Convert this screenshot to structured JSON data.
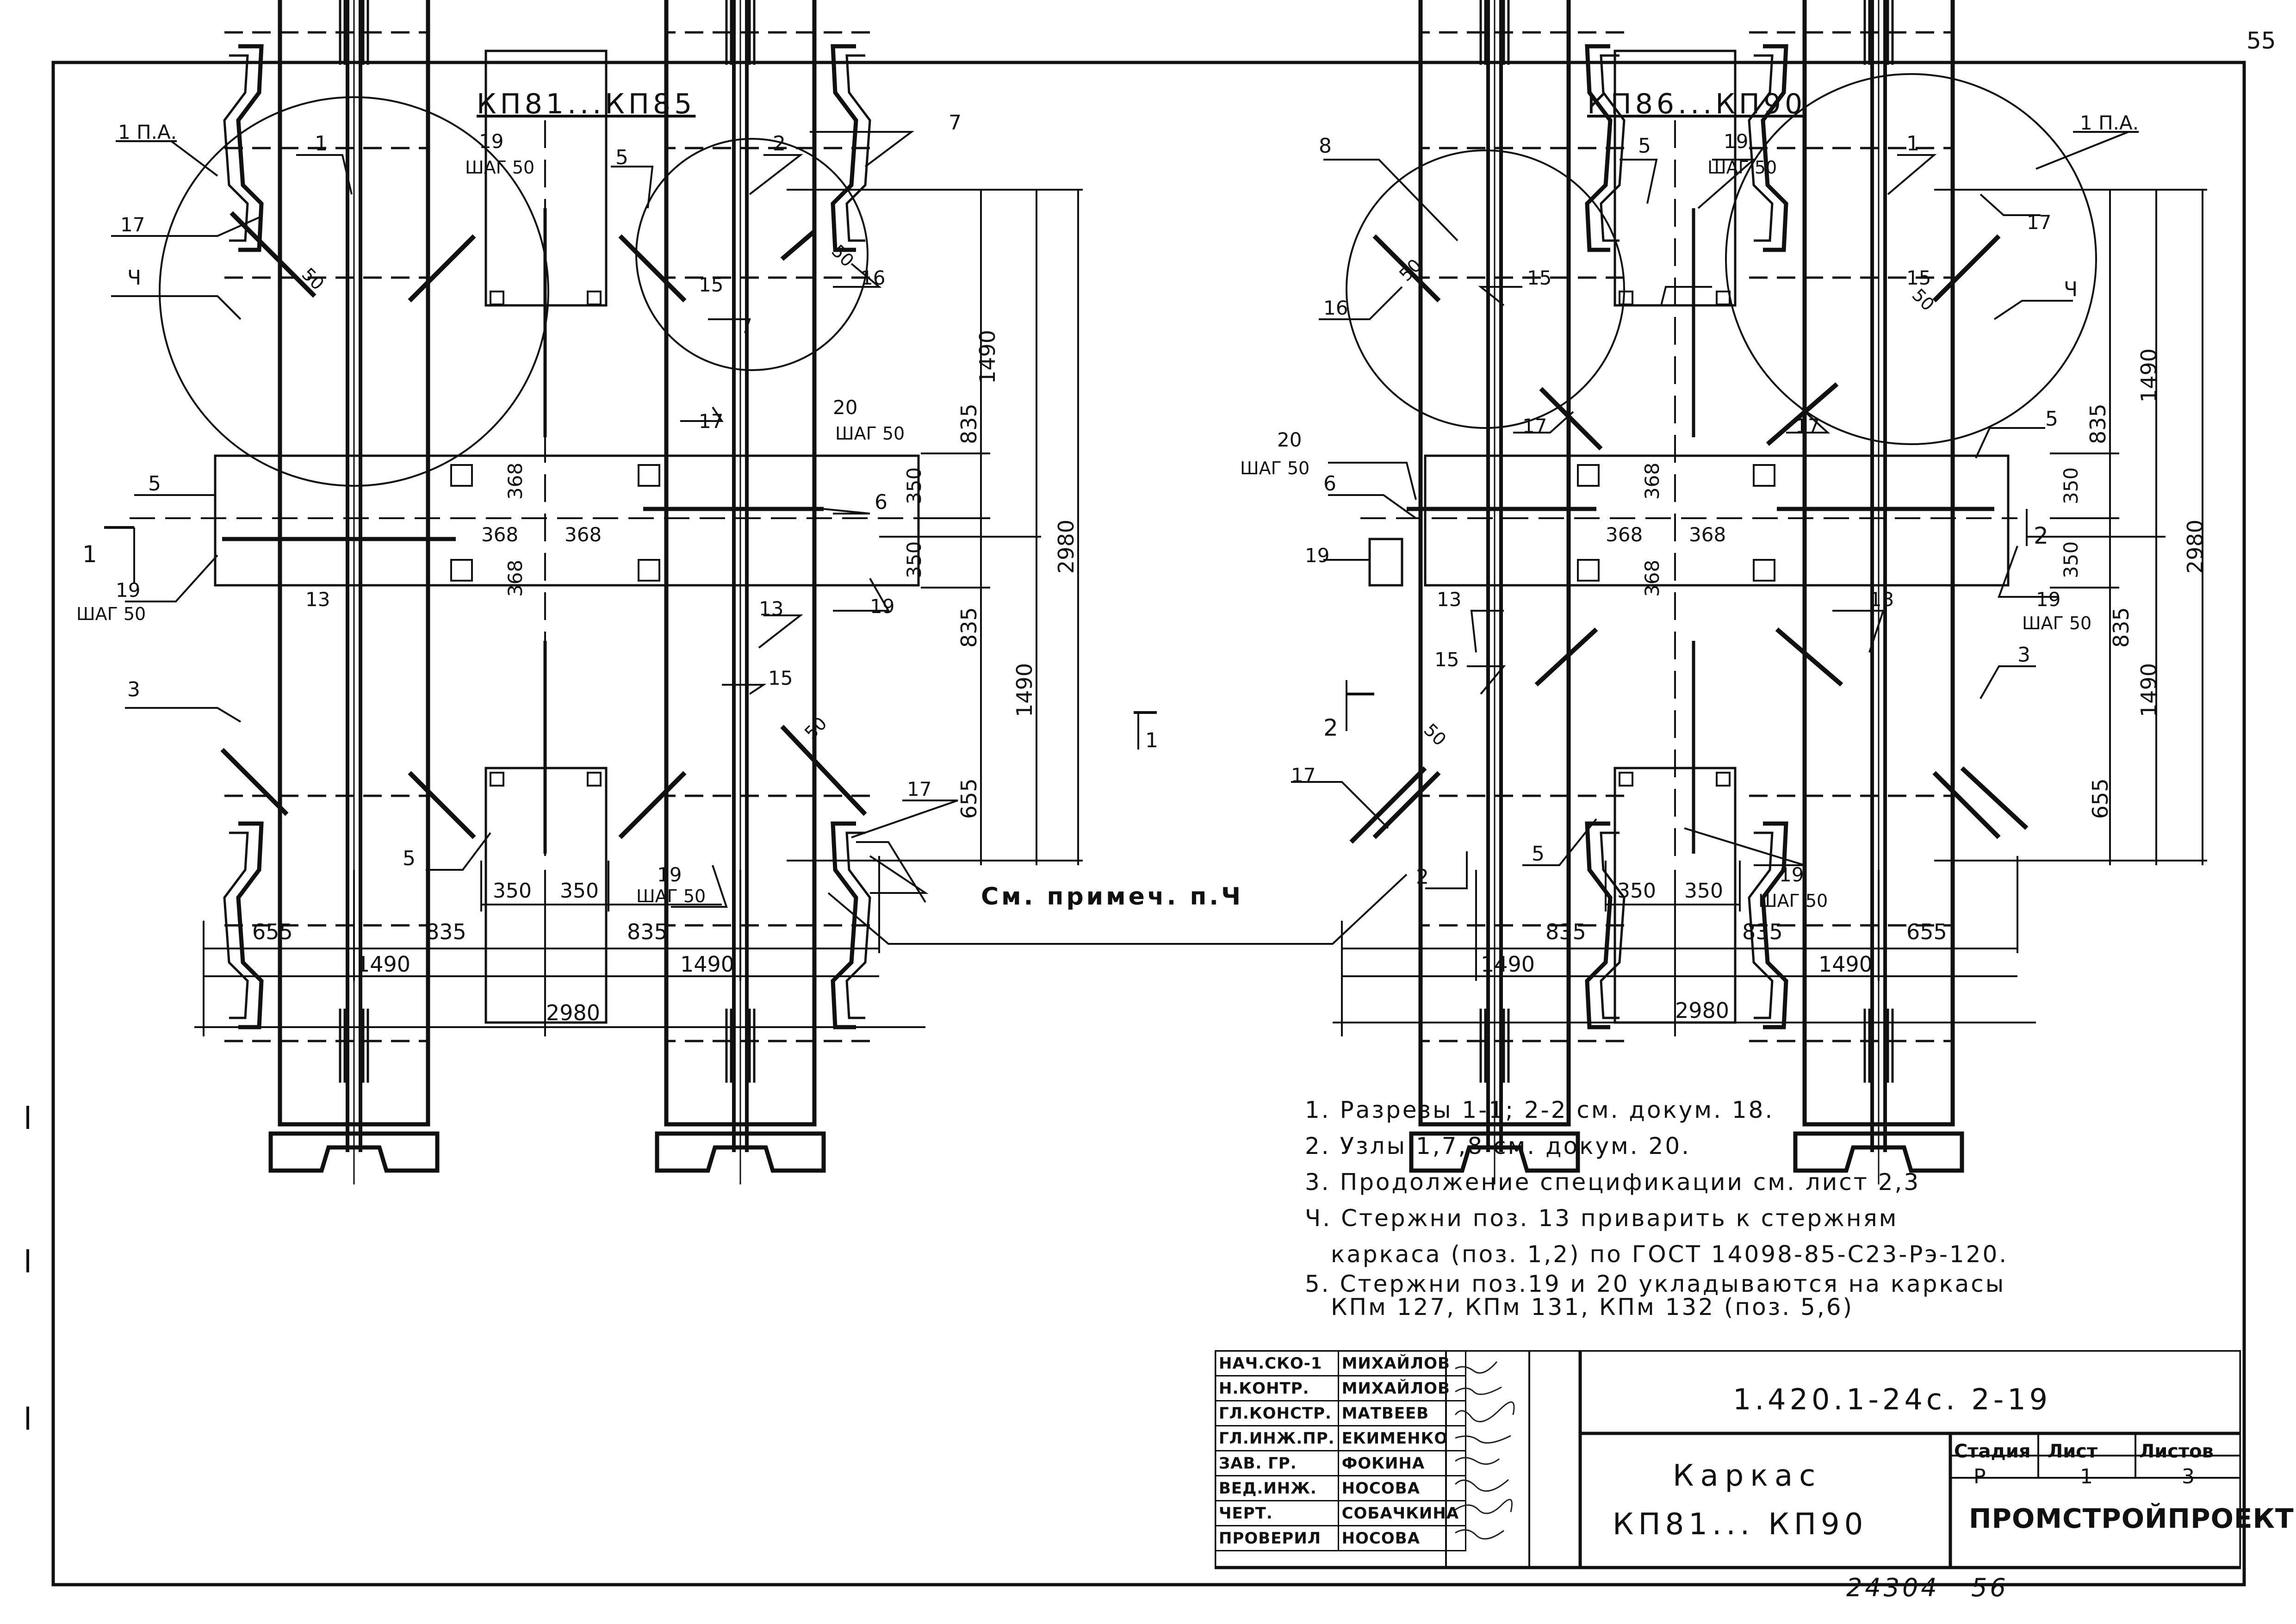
{
  "page_number": "55",
  "left_view": {
    "title": "КП81...КП85",
    "labels": {
      "p1pa": "1 П.А.",
      "p1": "1",
      "p2": "2",
      "p3": "3",
      "p4": "Ч",
      "p5a": "5",
      "p5b": "5",
      "p5c": "5",
      "p6": "6",
      "p7": "7",
      "p13a": "13",
      "p13b": "13",
      "p15a": "15",
      "p15b": "15",
      "p16": "16",
      "p17a": "17",
      "p17b": "17",
      "p17c": "17",
      "p19a": "19",
      "p19b": "19",
      "p19c": "19",
      "p19d": "19",
      "p20": "20",
      "step_a": "ШАГ 50",
      "step_b": "ШАГ 50",
      "step_c": "ШАГ 50",
      "step_d": "ШАГ 50",
      "d50a": "50",
      "d50b": "50",
      "d50c": "50",
      "section_mark": "1",
      "section_mark_mid": "1"
    },
    "dims": {
      "h655": "655",
      "h835a": "835",
      "h835b": "835",
      "h1490a": "1490",
      "h1490b": "1490",
      "h2980": "2980",
      "h350a": "350",
      "h350b": "350",
      "c368a": "368",
      "c368b": "368",
      "c368c": "368",
      "c368d": "368",
      "v1490a": "1490",
      "v835a": "835",
      "v350a": "350",
      "v350b": "350",
      "v835b": "835",
      "v1490b": "1490",
      "v655": "655",
      "v2980": "2980"
    }
  },
  "right_view": {
    "title": "КП86...КП90",
    "labels": {
      "p1pa": "1 П.А.",
      "p1": "1",
      "p2": "2",
      "p3": "3",
      "p4": "Ч",
      "p5a": "5",
      "p5b": "5",
      "p5c": "5",
      "p6": "6",
      "p8": "8",
      "p13a": "13",
      "p13b": "13",
      "p15a": "15",
      "p15b": "15",
      "p15c": "15",
      "p16": "16",
      "p17a": "17",
      "p17b": "17",
      "p17c": "17",
      "p17d": "17",
      "p19a": "19",
      "p19b": "19",
      "p19c": "19",
      "p19d": "19",
      "p20": "20",
      "step_a": "ШАГ 50",
      "step_b": "ШАГ 50",
      "step_c": "ШАГ 50",
      "step_d": "ШАГ 50",
      "d50a": "50",
      "d50b": "50",
      "d50c": "50",
      "section_mark": "2",
      "section_mark_mid": "2"
    },
    "dims": {
      "h835a": "835",
      "h835b": "835",
      "h655": "655",
      "h1490a": "1490",
      "h1490b": "1490",
      "h2980": "2980",
      "h350a": "350",
      "h350b": "350",
      "c368a": "368",
      "c368b": "368",
      "c368c": "368",
      "c368d": "368",
      "v835a": "835",
      "v350a": "350",
      "v350b": "350",
      "v835b": "835",
      "v1490a": "1490",
      "v1490b": "1490",
      "v655": "655",
      "v2980": "2980"
    }
  },
  "see_note": "См. примеч. п.Ч",
  "notes": [
    "1. Разрезы 1-1; 2-2 см. докум. 18.",
    "2. Узлы 1,7,8 см. докум. 20.",
    "3. Продолжение спецификации см. лист 2,3",
    "Ч. Стержни поз. 13 приварить к стержням",
    "каркаса (поз. 1,2) по ГОСТ 14098-85-С23-Рэ-120.",
    "5. Стержни поз.19 и 20 укладываются на каркасы",
    "КПм 127, КПм 131, КПм 132 (поз. 5,6)"
  ],
  "title_block": {
    "staff": [
      {
        "role": "НАЧ.СКО-1",
        "name": "МИХАЙЛОВ"
      },
      {
        "role": "Н.КОНТР.",
        "name": "МИХАЙЛОВ"
      },
      {
        "role": "ГЛ.КОНСТР.",
        "name": "МАТВЕЕВ"
      },
      {
        "role": "ГЛ.ИНЖ.ПР.",
        "name": "ЕКИМЕНКО"
      },
      {
        "role": "ЗАВ. ГР.",
        "name": "ФОКИНА"
      },
      {
        "role": "ВЕД.ИНЖ.",
        "name": "НОСОВА"
      },
      {
        "role": "ЧЕРТ.",
        "name": "СОБАЧКИНА"
      },
      {
        "role": "ПРОВЕРИЛ",
        "name": "НОСОВА"
      }
    ],
    "doc_code": "1.420.1-24с. 2-19",
    "name_line1": "Каркас",
    "name_line2": "КП81... КП90",
    "stage_header": "Стадия",
    "sheet_header": "Лист",
    "sheets_header": "Листов",
    "stage": "Р",
    "sheet": "1",
    "sheets": "3",
    "org": "ПРОМСТРОЙПРОЕКТ"
  },
  "footer": {
    "inventory": "24304",
    "page": "56"
  }
}
